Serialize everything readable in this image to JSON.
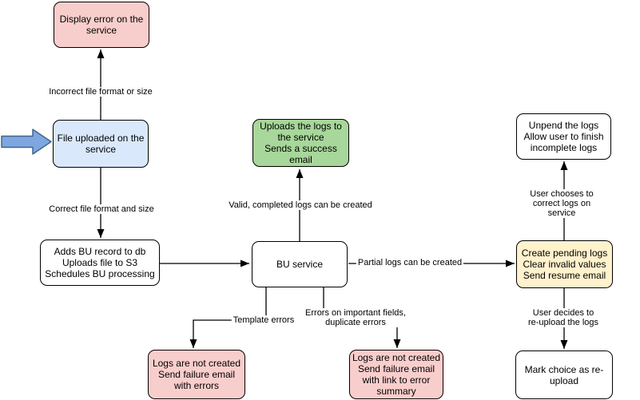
{
  "colors": {
    "pink": "#F8CECC",
    "blue": "#DAE8FC",
    "green": "#A7D79A",
    "yellow": "#FFF2CC",
    "white": "#FFFFFF",
    "start_arrow_fill": "#7EA6E0",
    "start_arrow_stroke": "#41658C",
    "line": "#000000"
  },
  "nodes": {
    "display_error": {
      "label": "Display error on the\nservice"
    },
    "file_uploaded": {
      "label": "File uploaded on the\nservice"
    },
    "adds_bu": {
      "label": "Adds BU record to db\nUploads file to S3\nSchedules BU processing"
    },
    "uploads_logs": {
      "label": "Uploads the logs to\nthe service\nSends a success\nemail"
    },
    "bu_service": {
      "label": "BU service"
    },
    "unpend": {
      "label": "Unpend the logs\nAllow user to finish\nincomplete logs"
    },
    "create_pending": {
      "label": "Create pending logs\nClear invalid values\nSend resume email"
    },
    "logs_errors": {
      "label": "Logs are not created\nSend failure email\nwith errors"
    },
    "logs_summary": {
      "label": "Logs are not created\nSend failure email\nwith link to error\nsummary"
    },
    "mark_reupload": {
      "label": "Mark choice as re-\nupload"
    }
  },
  "edge_labels": {
    "incorrect": {
      "label": "Incorrect file format or size"
    },
    "correct": {
      "label": "Correct file format and size"
    },
    "valid": {
      "label": "Valid, completed logs can be created"
    },
    "partial": {
      "label": "Partial logs can be created"
    },
    "template": {
      "label": "Template errors"
    },
    "important": {
      "label": "Errors on important fields,\nduplicate errors"
    },
    "choose": {
      "label": "User chooses to correct logs on service"
    },
    "reupload": {
      "label": "User decides to re-upload the logs"
    }
  },
  "icons": {
    "start_arrow": "right-arrow-icon"
  }
}
